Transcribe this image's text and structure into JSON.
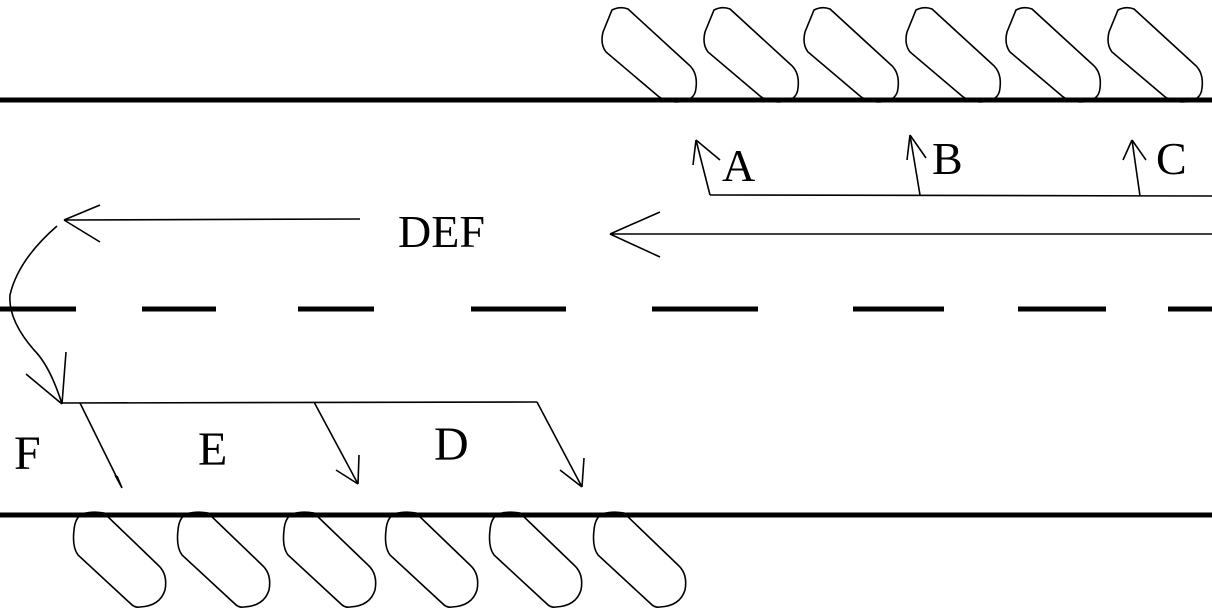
{
  "diagram": {
    "labels": {
      "a": "A",
      "b": "B",
      "c": "C",
      "def": "DEF",
      "d": "D",
      "e": "E",
      "f": "F"
    }
  }
}
